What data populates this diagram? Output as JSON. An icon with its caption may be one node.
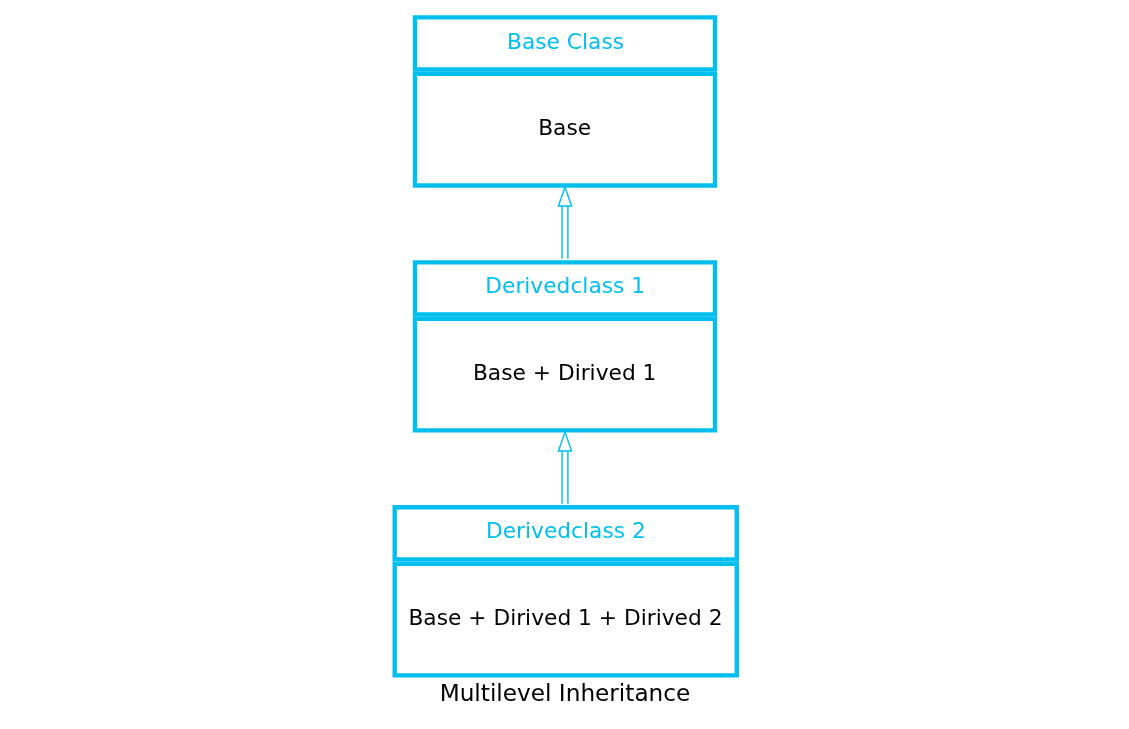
{
  "diagram": {
    "caption": "Multilevel Inheritance",
    "nodes": [
      {
        "text": [
          "Base Class",
          "Base"
        ]
      },
      {
        "text": [
          "Derivedclass 1",
          "Base + Dirived 1"
        ]
      },
      {
        "text": [
          "Derivedclass 2",
          "Base + Dirived 1 + Dirived 2"
        ]
      }
    ],
    "edges": [
      {
        "from": 1,
        "to": 0,
        "arrow": "to"
      },
      {
        "from": 2,
        "to": 1,
        "arrow": "to"
      }
    ]
  }
}
